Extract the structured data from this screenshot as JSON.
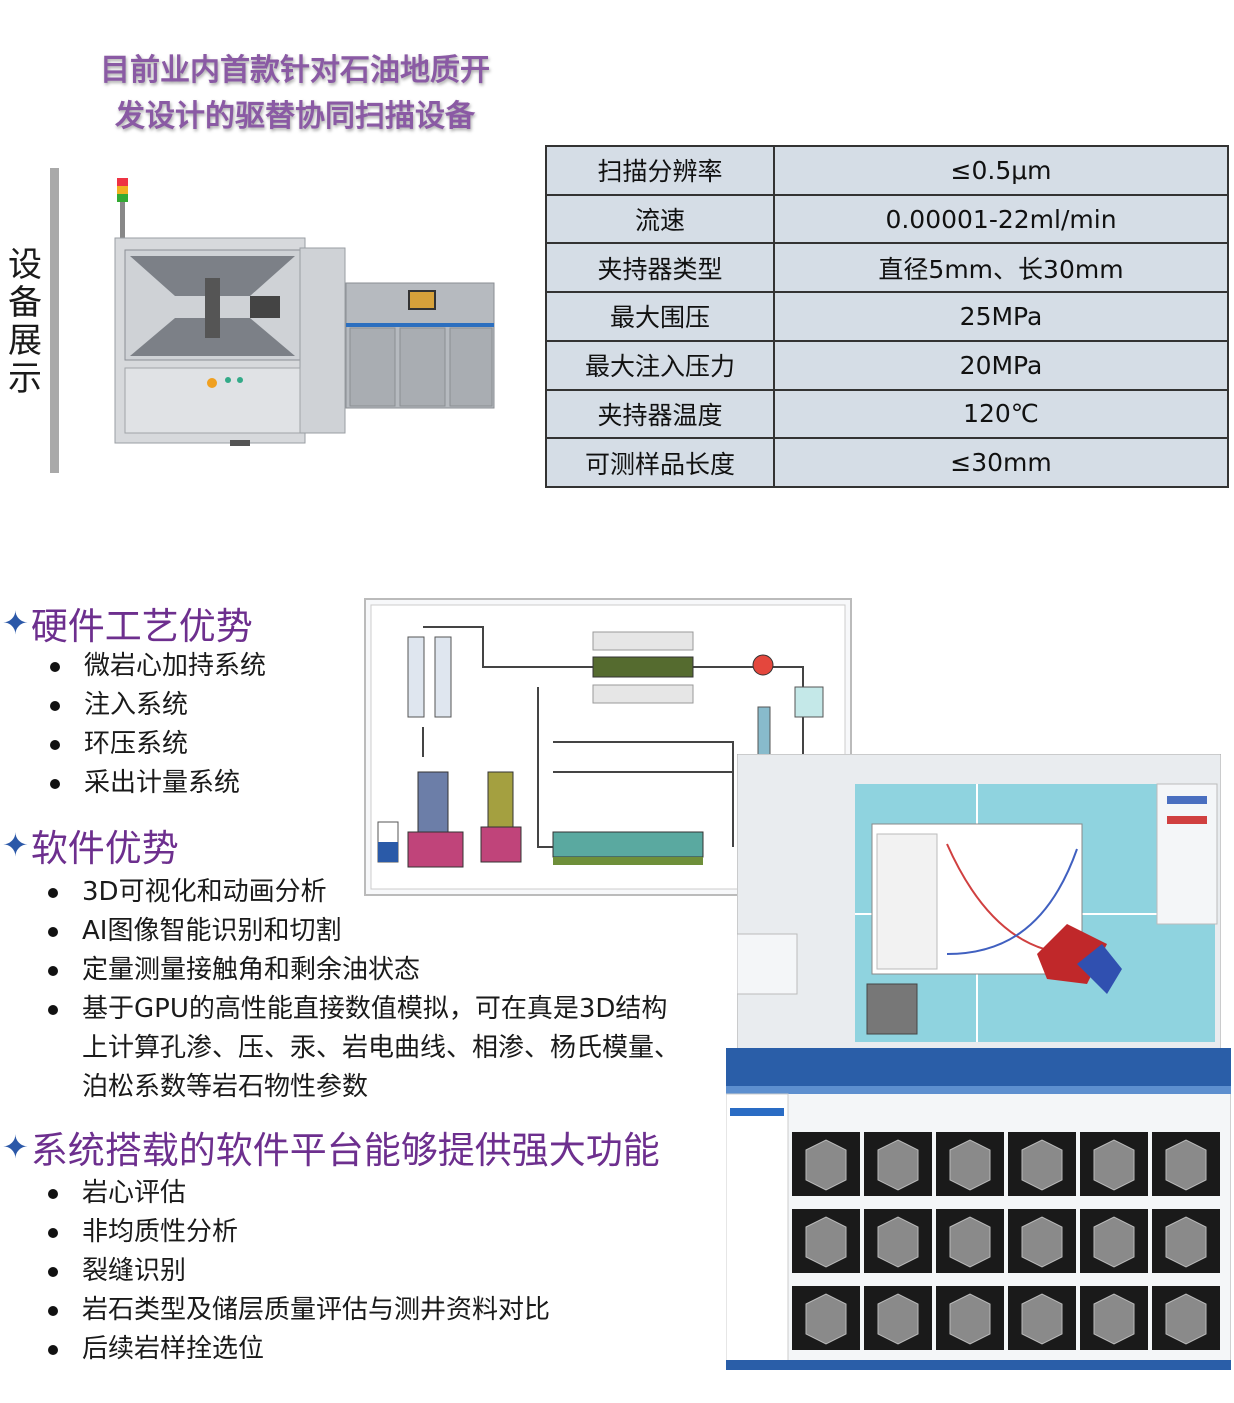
{
  "headline": {
    "line1": "目前业内首款针对石油地质开",
    "line2": "发设计的驱替协同扫描设备"
  },
  "side_label": "设备展示",
  "specs": [
    {
      "label": "扫描分辨率",
      "value": "≤0.5μm"
    },
    {
      "label": "流速",
      "value": "0.00001-22ml/min"
    },
    {
      "label": "夹持器类型",
      "value": "直径5mm、长30mm"
    },
    {
      "label": "最大围压",
      "value": "25MPa"
    },
    {
      "label": "最大注入压力",
      "value": "20MPa"
    },
    {
      "label": "夹持器温度",
      "value": "120℃"
    },
    {
      "label": "可测样品长度",
      "value": "≤30mm"
    }
  ],
  "sections": {
    "hardware": {
      "title": "硬件工艺优势",
      "items": [
        "微岩心加持系统",
        "注入系统",
        "环压系统",
        "采出计量系统"
      ]
    },
    "software": {
      "title": "软件优势",
      "items": [
        "3D可视化和动画分析",
        "AI图像智能识别和切割",
        "定量测量接触角和剩余油状态",
        "基于GPU的高性能直接数值模拟，可在真是3D结构上计算孔渗、压、汞、岩电曲线、相渗、杨氏模量、泊松系数等岩石物性参数"
      ]
    },
    "platform": {
      "title": "系统搭载的软件平台能够提供强大功能",
      "items": [
        "岩心评估",
        "非均质性分析",
        "裂缝识别",
        "岩石类型及储层质量评估与测井资料对比",
        "后续岩样拴选位"
      ]
    }
  },
  "icons": {
    "bullet_star": "four-point-star-icon"
  },
  "colors": {
    "headline": "#8a5aa4",
    "section_title": "#6d2f8e",
    "star": "#2b58a8",
    "table_fill": "#d5dde6"
  }
}
